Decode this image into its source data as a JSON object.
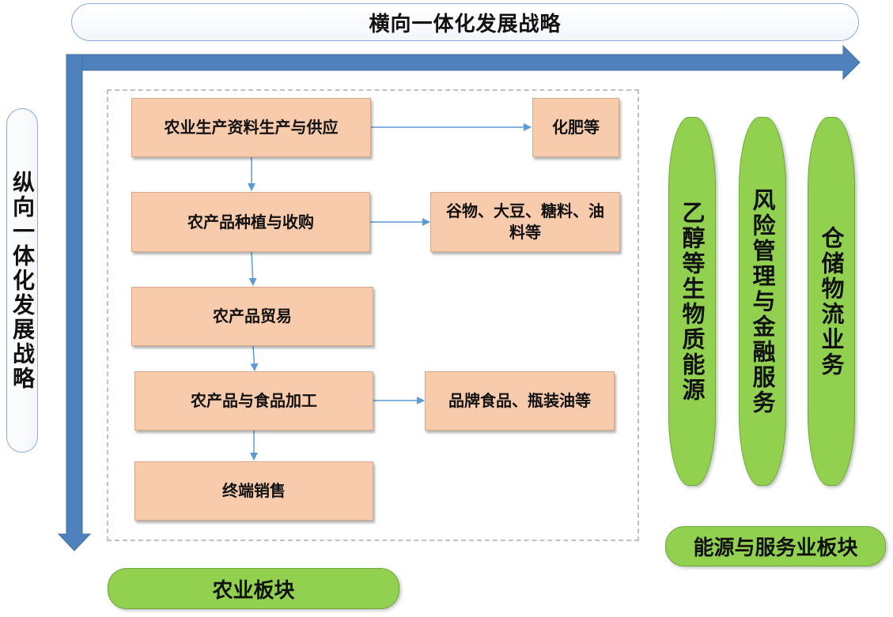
{
  "horizontal_strategy": "横向一体化发展战略",
  "vertical_strategy": "纵向一体化发展战略",
  "agriculture": {
    "section_label": "农业板块",
    "steps": [
      "农业生产资料生产与供应",
      "农产品种植与收购",
      "农产品贸易",
      "农产品与食品加工",
      "终端销售"
    ],
    "outputs": [
      "化肥等",
      "谷物、大豆、糖料、油料等",
      "品牌食品、瓶装油等"
    ]
  },
  "energy_services": {
    "section_label": "能源与服务业板块",
    "items": [
      "乙醇等生物质能源",
      "风险管理与金融服务",
      "仓储物流业务"
    ]
  },
  "colors": {
    "arrow_blue": "#4f81bd",
    "process_fill": "#f8cbad",
    "pill_green": "#92d050",
    "connector": "#5b9bd5"
  }
}
